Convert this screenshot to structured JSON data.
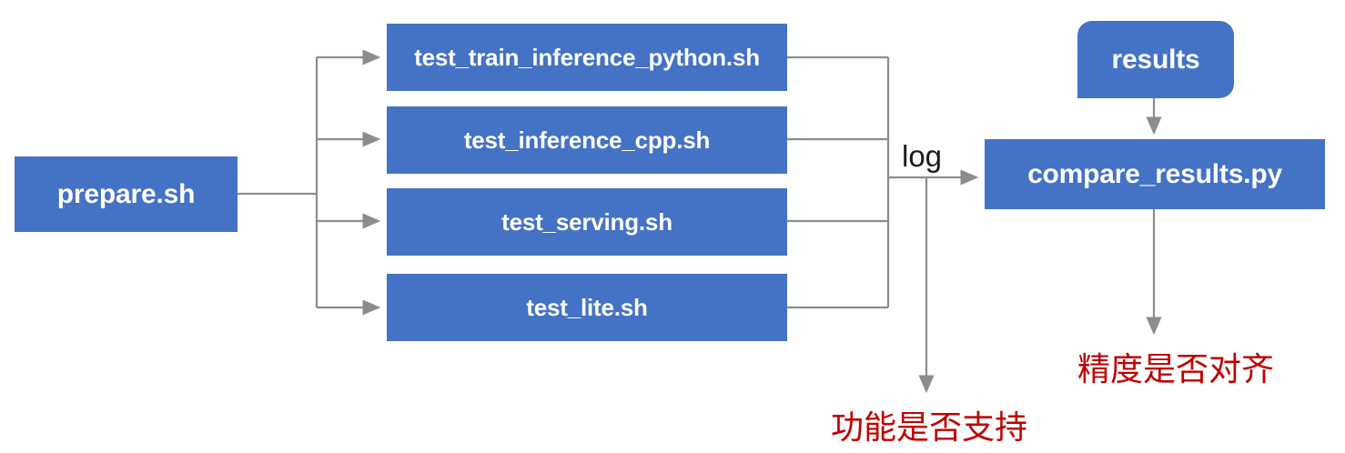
{
  "diagram": {
    "title": "test_tipc pipeline flow",
    "type": "flowchart",
    "colors": {
      "node_fill": "#4472C4",
      "node_text": "#FFFFFF",
      "connector": "#8C8C8C",
      "note_text": "#C00000",
      "background": "#FFFFFF"
    },
    "nodes": [
      {
        "id": "prepare",
        "label": "prepare.sh",
        "shape": "rect"
      },
      {
        "id": "t1",
        "label": "test_train_inference_python.sh",
        "shape": "rect"
      },
      {
        "id": "t2",
        "label": "test_inference_cpp.sh",
        "shape": "rect"
      },
      {
        "id": "t3",
        "label": "test_serving.sh",
        "shape": "rect"
      },
      {
        "id": "t4",
        "label": "test_lite.sh",
        "shape": "rect"
      },
      {
        "id": "results",
        "label": "results",
        "shape": "rounded-rect"
      },
      {
        "id": "compare",
        "label": "compare_results.py",
        "shape": "rect"
      }
    ],
    "edge_labels": [
      {
        "id": "log",
        "label": "log"
      }
    ],
    "notes": [
      {
        "id": "function-support",
        "label": "功能是否支持"
      },
      {
        "id": "precision-align",
        "label": "精度是否对齐"
      }
    ],
    "edges": [
      {
        "from": "prepare",
        "to": "t1",
        "arrow": true
      },
      {
        "from": "prepare",
        "to": "t2",
        "arrow": true
      },
      {
        "from": "prepare",
        "to": "t3",
        "arrow": true
      },
      {
        "from": "prepare",
        "to": "t4",
        "arrow": true
      },
      {
        "from": "t1",
        "to": "compare",
        "label": "log",
        "arrow": true
      },
      {
        "from": "t2",
        "to": "compare",
        "label": "log",
        "arrow": true
      },
      {
        "from": "t3",
        "to": "compare",
        "label": "log",
        "arrow": true
      },
      {
        "from": "t4",
        "to": "compare",
        "label": "log",
        "arrow": true
      },
      {
        "from": "results",
        "to": "compare",
        "arrow": true
      },
      {
        "from": "log-bus",
        "to": "function-support",
        "arrow": true
      },
      {
        "from": "compare",
        "to": "precision-align",
        "arrow": true
      }
    ]
  }
}
